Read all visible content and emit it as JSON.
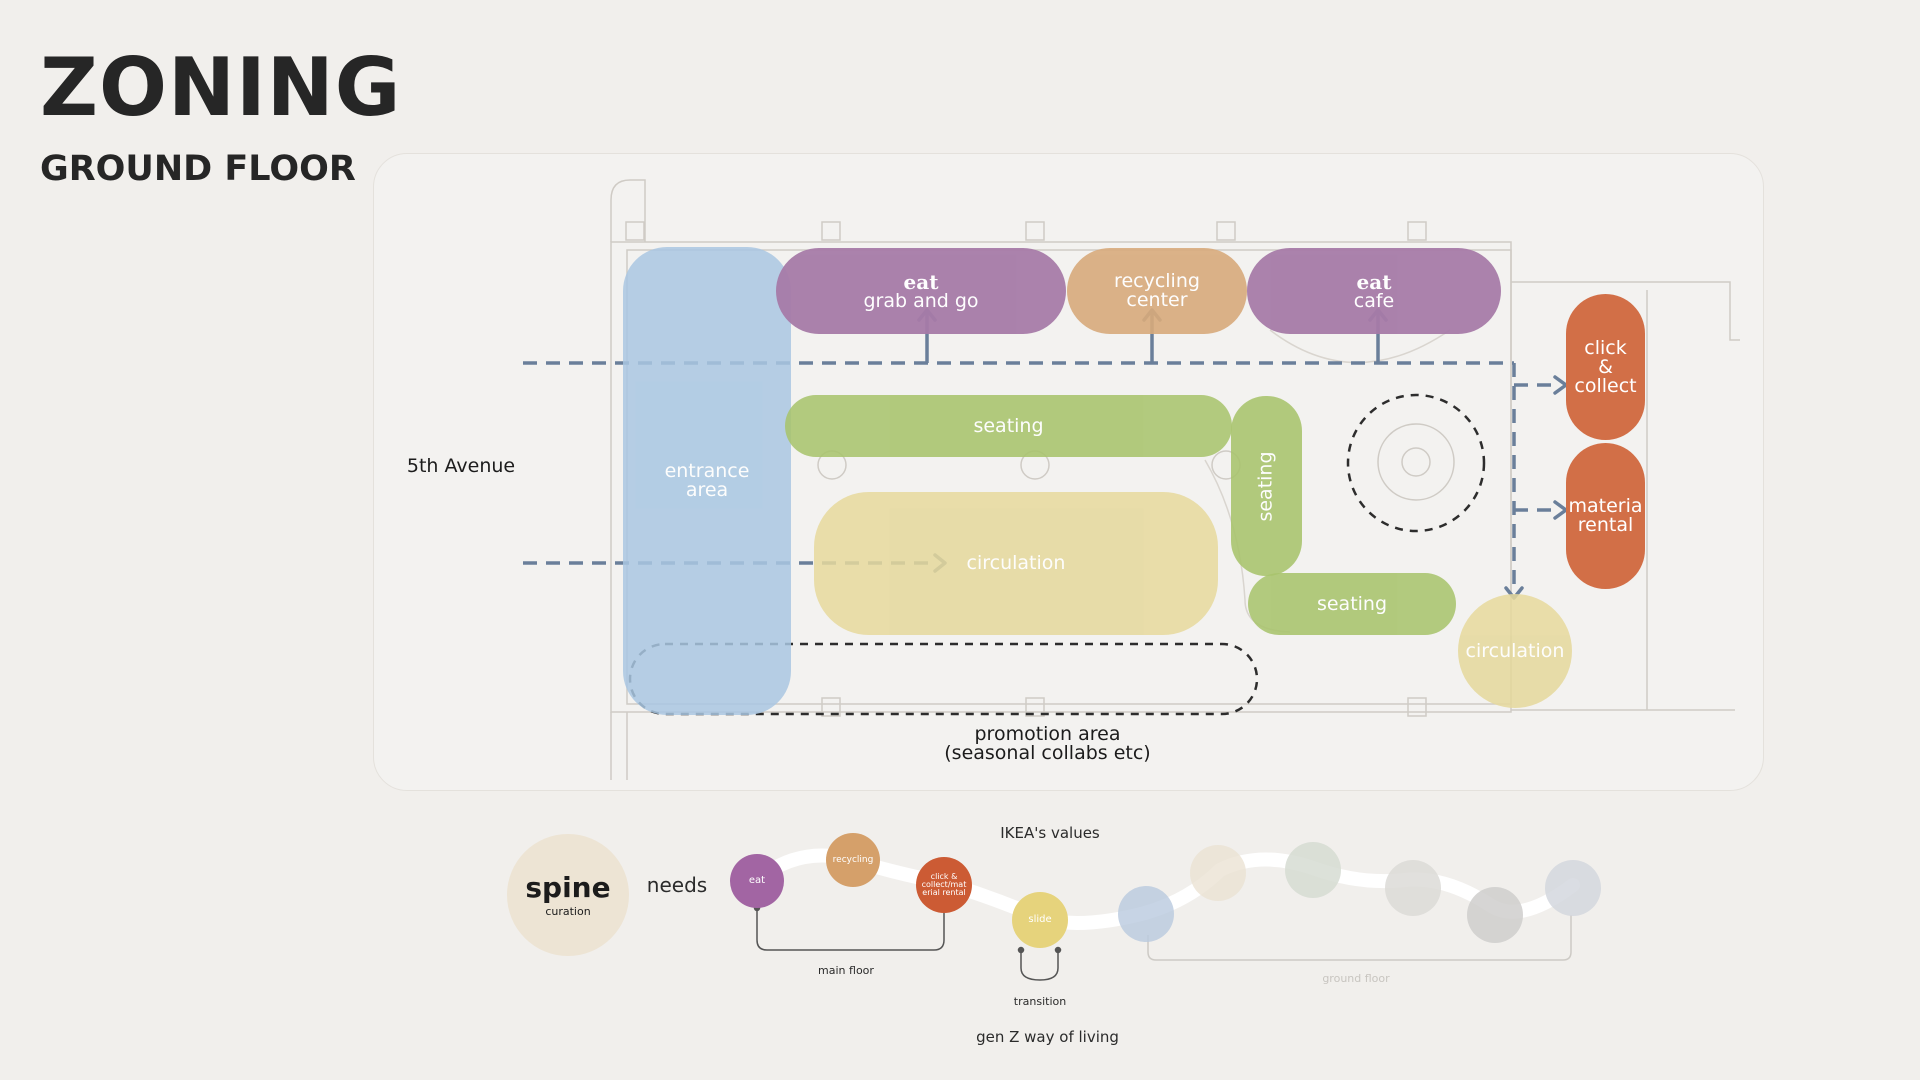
{
  "header": {
    "title": "ZONING",
    "subtitle": "GROUND FLOOR"
  },
  "plan": {
    "street_label": "5th Avenue",
    "zones": {
      "eat_grab": {
        "title": "eat",
        "sub": "grab and go"
      },
      "recycling": {
        "line1": "recycling",
        "line2": "center"
      },
      "eat_cafe": {
        "title": "eat",
        "sub": "cafe"
      },
      "entrance": {
        "line1": "entrance",
        "line2": "area"
      },
      "seating_top": "seating",
      "seating_vertical": "seating",
      "seating_bottom": "seating",
      "circulation_main": "circulation",
      "circulation_right": "circulation",
      "click_collect": {
        "line1": "click",
        "line2": "&",
        "line3": "collect"
      },
      "material_rental": {
        "line1": "materia",
        "line2": "rental"
      }
    },
    "promotion": {
      "line1": "promotion area",
      "line2": "(seasonal collabs etc)"
    }
  },
  "legend": {
    "spine": {
      "title": "spine",
      "sub": "curation"
    },
    "needs": "needs",
    "ikea_values": "IKEA's values",
    "dots": {
      "eat": "eat",
      "recycling": "recycling",
      "click": {
        "line1": "click &",
        "line2": "collect/mat",
        "line3": "erial rental"
      },
      "slide": "slide"
    },
    "main_floor": "main floor",
    "transition": "transition",
    "ground_floor": "ground floor",
    "gen_z": "gen Z way of living"
  },
  "colors": {
    "eat": "#a77ba8",
    "recycling": "#d8ab7c",
    "seating": "#a9c46d",
    "circulation": "#e6d99c",
    "entrance": "#a9c7e2",
    "click_collect": "#d26f47",
    "flow_arrow": "#6a7f9a"
  }
}
